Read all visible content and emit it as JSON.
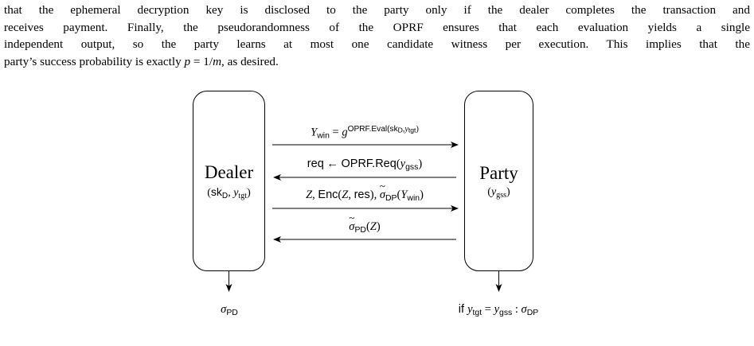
{
  "paragraph": {
    "line1": "that the ephemeral decryption key is disclosed to the party only if the dealer completes the transaction and",
    "line2": "receives payment. Finally, the pseudorandomness of the OPRF ensures that each evaluation yields a single",
    "line3": "independent output, so the party learns at most one candidate witness per execution. This implies that the",
    "line4_a": "party’s success probability is exactly ",
    "line4_math": "p",
    "line4_eq": " = 1/",
    "line4_m": "m",
    "line4_b": ", as desired."
  },
  "diagram": {
    "dealer": {
      "name": "Dealer",
      "sk": "sk",
      "sk_sub": "D",
      "y": "y",
      "y_sub": "tgt"
    },
    "party": {
      "name": "Party",
      "y": "y",
      "y_sub": "gss"
    },
    "msg1": {
      "Y": "Y",
      "Y_sub": "win",
      "eq": " = ",
      "g": "g",
      "sup": "OPRF.Eval(",
      "sup_sk": "sk",
      "sup_sk_sub": "D",
      "sup_comma": ",",
      "sup_y": "y",
      "sup_y_sub": "tgt",
      "sup_close": ")"
    },
    "msg2": {
      "req": "req",
      "arrow": " ← ",
      "fn": "OPRF.Req",
      "open": "(",
      "y": "y",
      "y_sub": "gss",
      "close": ")"
    },
    "msg3": {
      "Z": "Z",
      "comma1": ", ",
      "enc": "Enc",
      "open": "(",
      "Z2": "Z",
      "comma2": ", ",
      "res": "res",
      "close": "), ",
      "sigma": "σ",
      "sigma_sub": "DP",
      "open2": "(",
      "Y": "Y",
      "Y_sub": "win",
      "close2": ")"
    },
    "msg4": {
      "sigma": "σ",
      "sigma_sub": "PD",
      "open": "(",
      "Z": "Z",
      "close": ")"
    },
    "out_dealer": {
      "sigma": "σ",
      "sigma_sub": "PD"
    },
    "out_party": {
      "if": "if ",
      "y1": "y",
      "y1_sub": "tgt",
      "eq": " = ",
      "y2": "y",
      "y2_sub": "gss",
      "colon": " : ",
      "sigma": "σ",
      "sigma_sub": "DP"
    }
  }
}
